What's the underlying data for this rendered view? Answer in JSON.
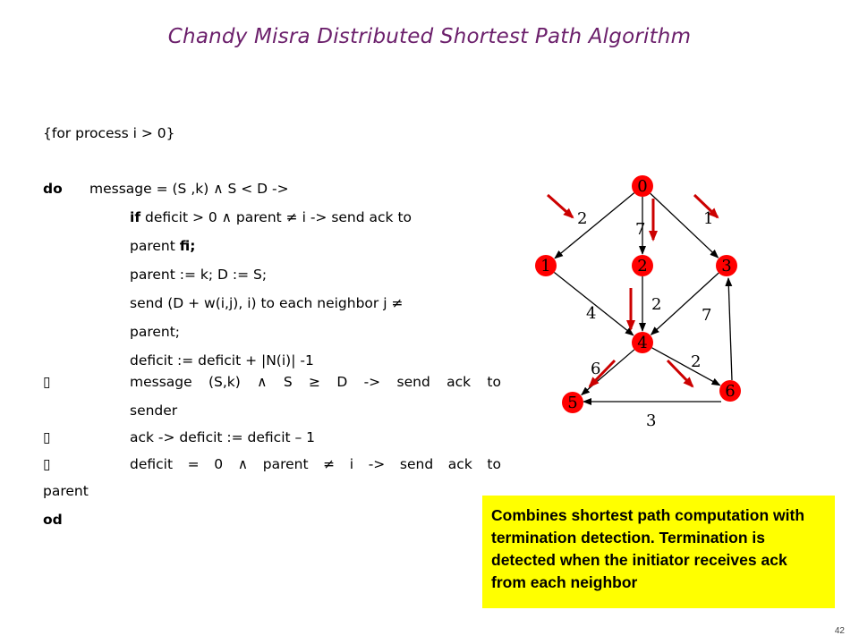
{
  "title": "Chandy Misra Distributed Shortest Path Algorithm",
  "code": {
    "for_process": "{for process i > 0}",
    "do_kw": "do",
    "line1": "message = (S ,k) ∧ S < D   ->",
    "line2_kw": "if",
    "line2": " deficit > 0 ∧ parent ≠ i ->  send ack to",
    "line3": "parent ",
    "line3_kw": "fi;",
    "line4": "parent := k; D := S;",
    "line5": "send (D + w(i,j), i) to each neighbor j ≠",
    "line6": "parent;",
    "line7": "deficit := deficit + |N(i)| -1",
    "guard_symbol": "▯",
    "line8": "message (S,k) ∧ S ≥ D -> send ack to",
    "line9": "sender",
    "line10": "ack -> deficit := deficit – 1",
    "line11": "deficit = 0 ∧ parent ≠ i -> send ack to",
    "line12": "parent",
    "od_kw": "od"
  },
  "graph": {
    "node_color": "#ff0000",
    "arrow_color": "#cc0000",
    "nodes": [
      {
        "id": "0",
        "label": "0"
      },
      {
        "id": "1",
        "label": "1"
      },
      {
        "id": "2",
        "label": "2"
      },
      {
        "id": "3",
        "label": "3"
      },
      {
        "id": "4",
        "label": "4"
      },
      {
        "id": "5",
        "label": "5"
      },
      {
        "id": "6",
        "label": "6"
      }
    ],
    "edges": [
      {
        "from": "0",
        "to": "1",
        "weight": "2"
      },
      {
        "from": "0",
        "to": "2",
        "weight": "7"
      },
      {
        "from": "0",
        "to": "3",
        "weight": "1"
      },
      {
        "from": "1",
        "to": "4",
        "weight": "4"
      },
      {
        "from": "2",
        "to": "4",
        "weight": "2"
      },
      {
        "from": "3",
        "to": "4",
        "weight": "7"
      },
      {
        "from": "4",
        "to": "5",
        "weight": "6"
      },
      {
        "from": "4",
        "to": "6",
        "weight": "2"
      },
      {
        "from": "6",
        "to": "5",
        "weight": "3"
      },
      {
        "from": "6",
        "to": "3",
        "weight": ""
      }
    ]
  },
  "note": "Combines shortest path computation with termination detection. Termination is detected when the initiator receives ack from each neighbor",
  "page_number": "42"
}
